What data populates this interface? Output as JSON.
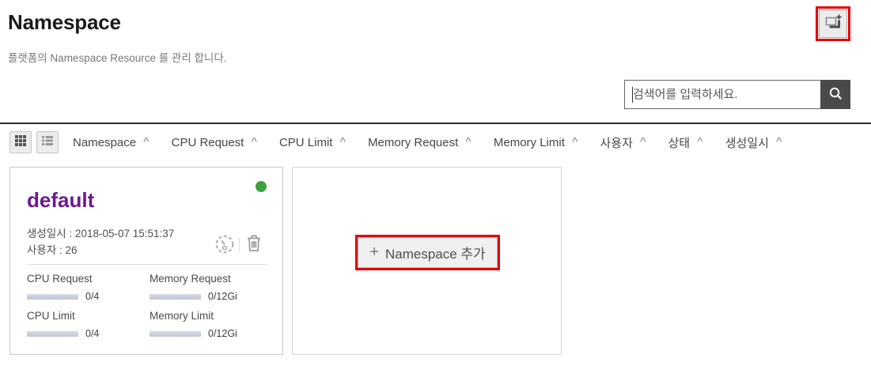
{
  "header": {
    "title": "Namespace",
    "subtitle": "플랫폼의 Namespace Resource 를 관리 합니다."
  },
  "search": {
    "placeholder": "검색어를 입력하세요."
  },
  "list_header": {
    "columns": [
      {
        "label": "Namespace",
        "sort": "^"
      },
      {
        "label": "CPU Request",
        "sort": "^"
      },
      {
        "label": "CPU Limit",
        "sort": "^"
      },
      {
        "label": "Memory Request",
        "sort": "^"
      },
      {
        "label": "Memory Limit",
        "sort": "^"
      },
      {
        "label": "사용자",
        "sort": "^"
      },
      {
        "label": "상태",
        "sort": "^"
      },
      {
        "label": "생성일시",
        "sort": "^"
      }
    ]
  },
  "namespace_card": {
    "name": "default",
    "created": "생성일시 : 2018-05-07 15:51:37",
    "users": "사용자 : 26",
    "status": "active",
    "metrics": [
      {
        "label": "CPU Request",
        "value": "0/4"
      },
      {
        "label": "Memory Request",
        "value": "0/12Gi"
      },
      {
        "label": "CPU Limit",
        "value": "0/4"
      },
      {
        "label": "Memory Limit",
        "value": "0/12Gi"
      }
    ]
  },
  "add_card": {
    "plus": "+",
    "label": "Namespace 추가"
  },
  "colors": {
    "name_purple": "#6c1a8f",
    "status_green": "#3fa23f",
    "highlight_red": "#e60000",
    "search_button_gray": "#4a4a4a",
    "bar_fill": "#c1c6d5"
  }
}
